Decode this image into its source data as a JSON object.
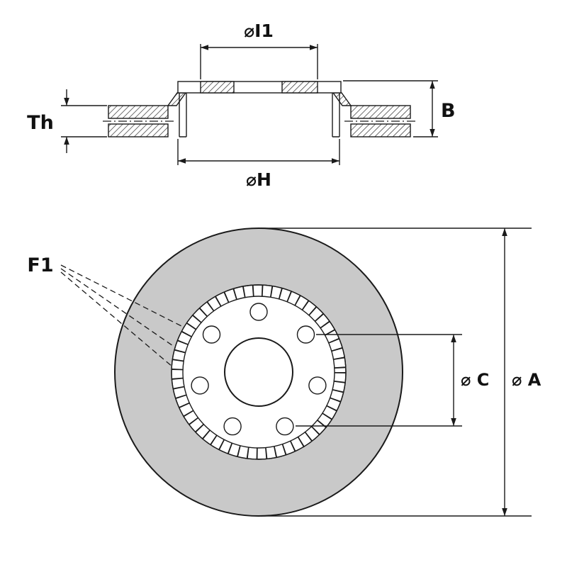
{
  "diagram": {
    "type": "brake-disc-technical-drawing",
    "labels": {
      "inner_diameter": "⌀I1",
      "overall_height": "B",
      "thickness": "Th",
      "hat_diameter": "⌀H",
      "fixing_hole": "F1",
      "pitch_circle_diameter": "⌀ C",
      "outer_diameter": "⌀ A"
    },
    "bolt_hole_count": 7,
    "colors": {
      "line": "#1a1a1a",
      "disc_fill": "#c9c9c9",
      "background": "#ffffff"
    }
  }
}
